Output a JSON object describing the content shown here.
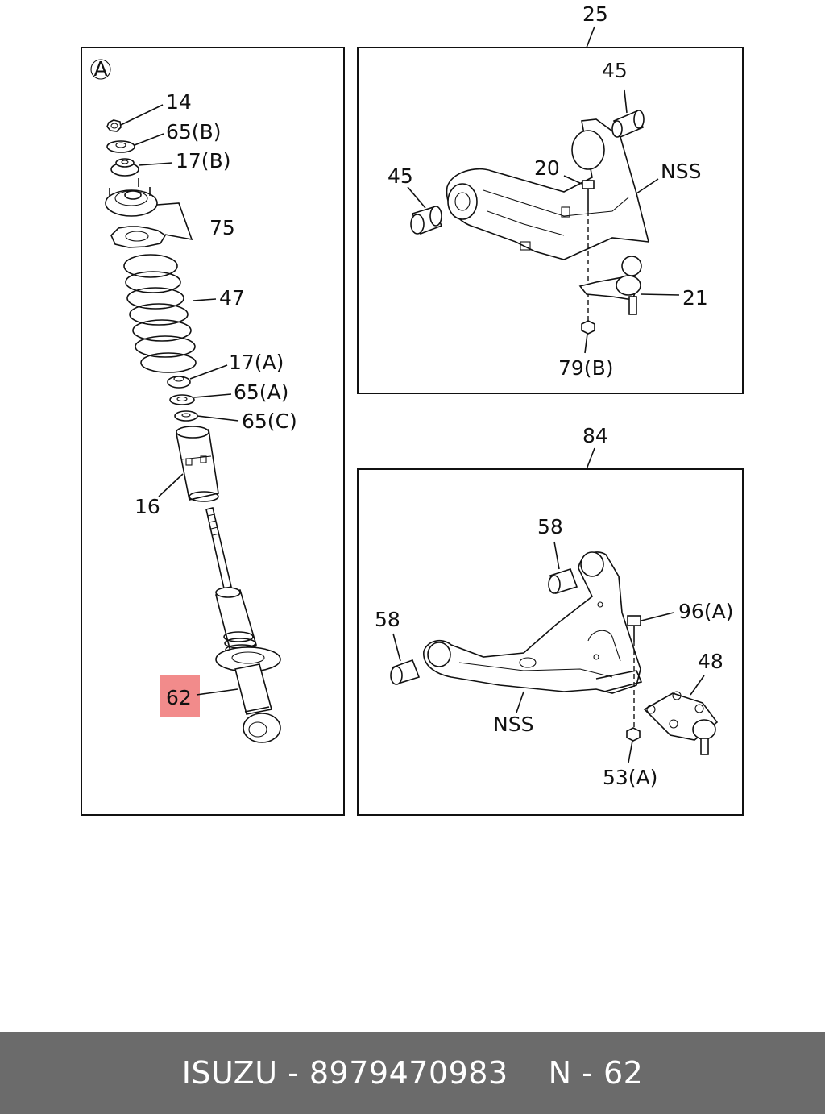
{
  "diagram": {
    "panel_left": {
      "marker": "A",
      "labels": {
        "l14": "14",
        "l65b": "65(B)",
        "l17b": "17(B)",
        "l75": "75",
        "l47": "47",
        "l17a": "17(A)",
        "l65a": "65(A)",
        "l65c": "65(C)",
        "l16": "16",
        "l62": "62"
      },
      "highlight_color": "#f28b8b"
    },
    "panel_upper_arm": {
      "callout": "25",
      "labels": {
        "l45a": "45",
        "l45b": "45",
        "l20": "20",
        "lnss": "NSS",
        "l21": "21",
        "l79b": "79(B)"
      }
    },
    "panel_lower_arm": {
      "callout": "84",
      "labels": {
        "l58a": "58",
        "l58b": "58",
        "l96a": "96(A)",
        "l48": "48",
        "lnss": "NSS",
        "l53a": "53(A)"
      }
    }
  },
  "footer": {
    "brand_part": "ISUZU - 8979470983",
    "page_ref": "N - 62",
    "background": "#6b6b6b"
  }
}
